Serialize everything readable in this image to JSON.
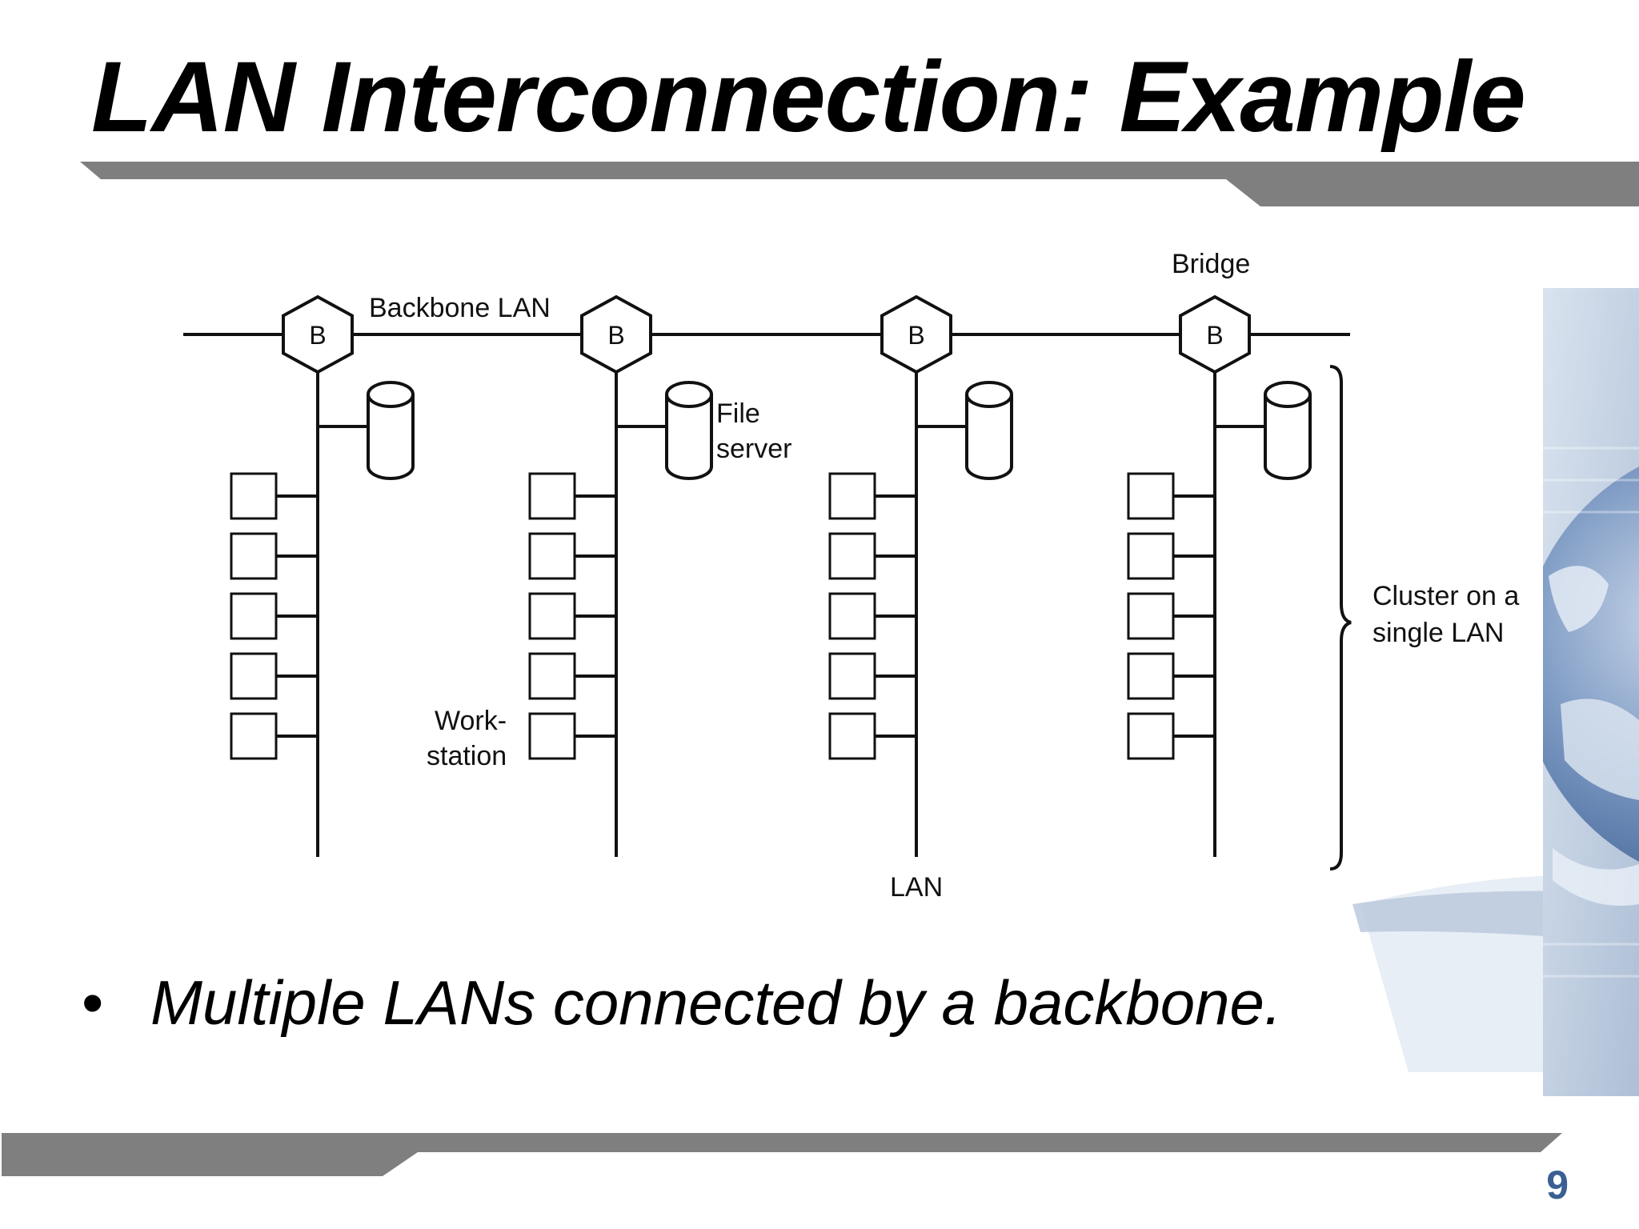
{
  "slide": {
    "title": "LAN Interconnection: Example",
    "bullet_marker": "•",
    "bullet": "Multiple LANs connected by a backbone.",
    "page_number": "9"
  },
  "diagram": {
    "backbone_label": "Backbone LAN",
    "bridge_symbol": "B",
    "bridge_label": "Bridge",
    "file_server_label": [
      "File",
      "server"
    ],
    "workstation_label": [
      "Work-",
      "station"
    ],
    "lan_label": "LAN",
    "cluster_label": [
      "Cluster on a",
      "single LAN"
    ]
  },
  "colors": {
    "title": "#000000",
    "page_number": "#3a5f94",
    "rule_gray": "#7f7f7f",
    "diagram_stroke": "#111111",
    "globe_blue": "#6f8fba"
  }
}
